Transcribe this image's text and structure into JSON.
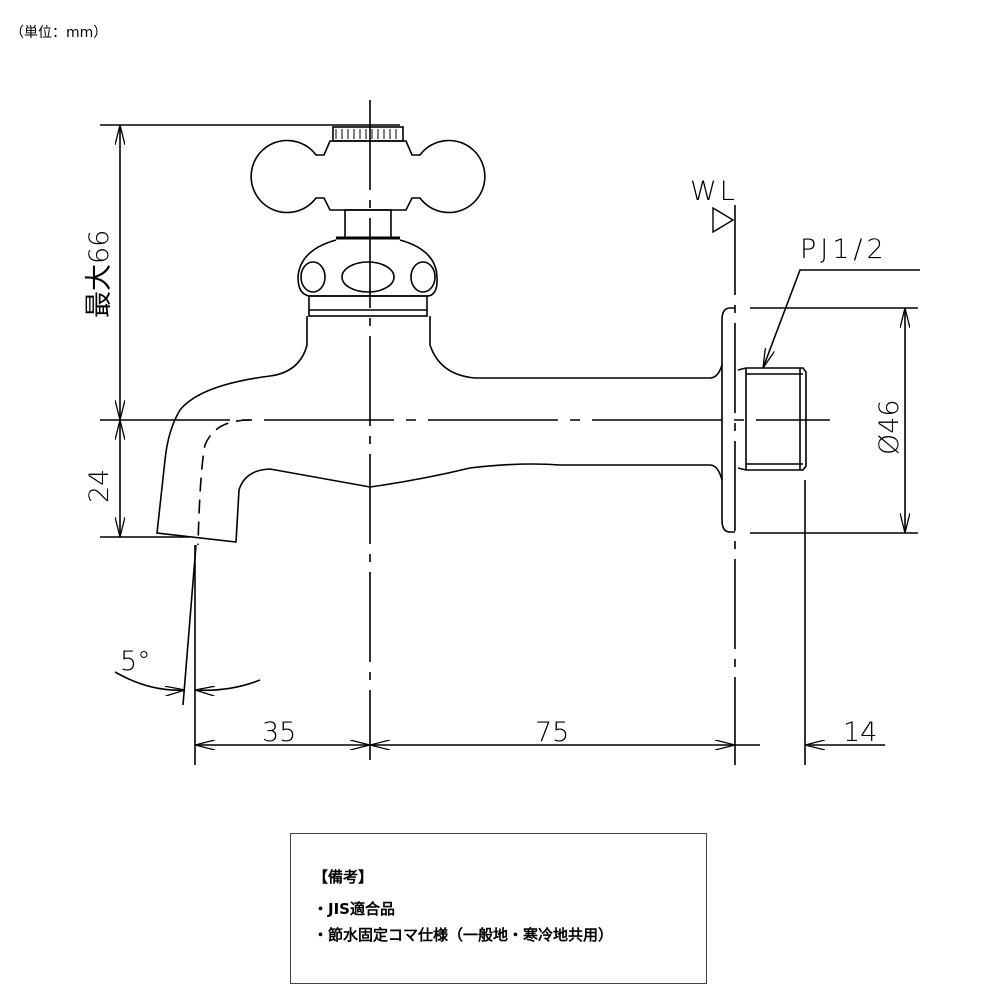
{
  "unit_label": "（単位：mm）",
  "dimensions": {
    "max_height": "最大66",
    "spout_drop": "24",
    "angle": "5°",
    "spout_offset": "35",
    "body_length": "75",
    "thread_length": "14",
    "flange_diameter": "Ø46",
    "thread_spec": "PJ1/2",
    "wall_line": "WL"
  },
  "notes": {
    "title": "【備考】",
    "items": [
      "・JIS適合品",
      "・節水固定コマ仕様（一般地・寒冷地共用）"
    ]
  }
}
